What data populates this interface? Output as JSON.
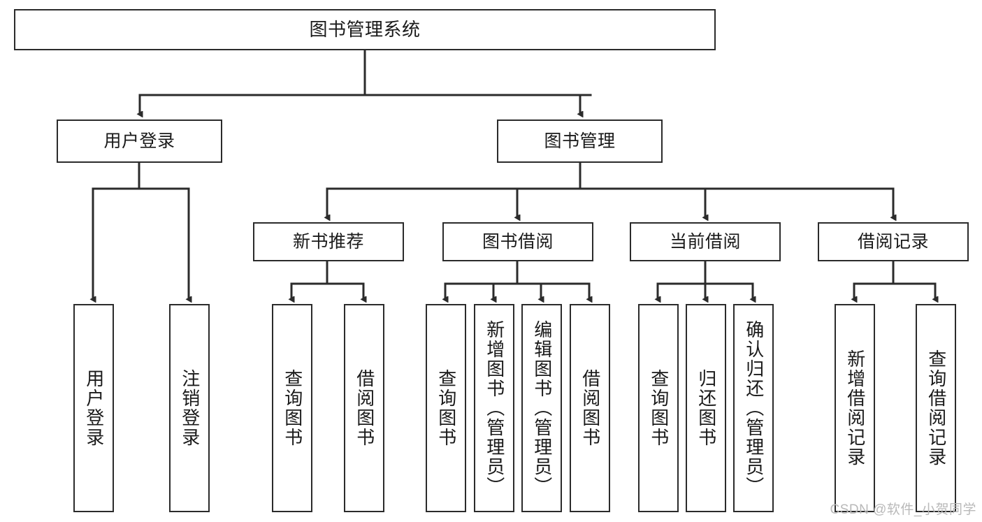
{
  "diagram": {
    "title": "图书管理系统",
    "watermark": "CSDN @软件_小贺同学",
    "style": {
      "box_border_color": "#2b2b2b",
      "box_fill_color": "#ffffff",
      "line_color": "#2b2b2b",
      "background_color": "#ffffff",
      "text_color": "#1a1a1a"
    },
    "nodes": {
      "root": {
        "label": "图书管理系统"
      },
      "user_login": {
        "label": "用户登录"
      },
      "book_manage": {
        "label": "图书管理"
      },
      "new_book_rec": {
        "label": "新书推荐"
      },
      "book_borrow": {
        "label": "图书借阅"
      },
      "current_borrow": {
        "label": "当前借阅"
      },
      "borrow_record": {
        "label": "借阅记录"
      },
      "leaf_user_login": {
        "label": "用户登录"
      },
      "leaf_logout": {
        "label": "注销登录"
      },
      "leaf_query_book_1": {
        "label": "查询图书"
      },
      "leaf_borrow_book_1": {
        "label": "借阅图书"
      },
      "leaf_query_book_2": {
        "label": "查询图书"
      },
      "leaf_add_book": {
        "label": "新增图书（管理员）"
      },
      "leaf_edit_book": {
        "label": "编辑图书（管理员）"
      },
      "leaf_borrow_book_2": {
        "label": "借阅图书"
      },
      "leaf_query_book_3": {
        "label": "查询图书"
      },
      "leaf_return_book": {
        "label": "归还图书"
      },
      "leaf_confirm_return": {
        "label": "确认归还（管理员）"
      },
      "leaf_add_record": {
        "label": "新增借阅记录"
      },
      "leaf_query_record": {
        "label": "查询借阅记录"
      }
    }
  }
}
